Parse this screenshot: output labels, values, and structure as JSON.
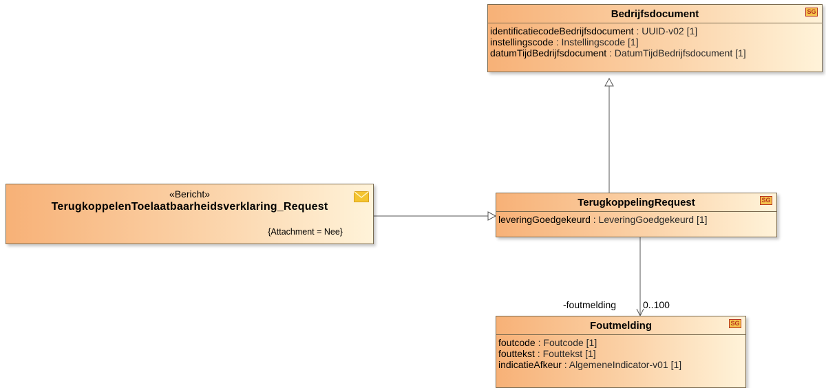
{
  "classes": {
    "bedrijfsdocument": {
      "name": "Bedrijfsdocument",
      "badge": "SG",
      "attributes": [
        {
          "name": "identificatiecodeBedrijfsdocument",
          "type": " : UUID-v02 [1]"
        },
        {
          "name": "instellingscode",
          "type": " : Instellingscode [1]"
        },
        {
          "name": "datumTijdBedrijfsdocument",
          "type": " : DatumTijdBedrijfsdocument [1]"
        }
      ]
    },
    "bericht": {
      "stereotype": "«Bericht»",
      "name": "TerugkoppelenToelaatbaarheidsverklaring_Request",
      "tagged_value": "{Attachment = Nee}",
      "icon": "envelope-icon"
    },
    "terugkoppeling": {
      "name": "TerugkoppelingRequest",
      "badge": "SG",
      "attributes": [
        {
          "name": "leveringGoedgekeurd",
          "type": " : LeveringGoedgekeurd [1]"
        }
      ]
    },
    "foutmelding": {
      "name": "Foutmelding",
      "badge": "SG",
      "attributes": [
        {
          "name": "foutcode",
          "type": " : Foutcode [1]"
        },
        {
          "name": "fouttekst",
          "type": " : Fouttekst [1]"
        },
        {
          "name": "indicatieAfkeur",
          "type": " : AlgemeneIndicator-v01 [1]"
        }
      ]
    }
  },
  "association": {
    "role": "-foutmelding",
    "multiplicity": "0..100"
  },
  "colors": {
    "line": "#555555",
    "class_border": "#7a6a4f",
    "badge_fill": "#f5c24d",
    "badge_text": "#b8341e",
    "envelope": "#f4c430"
  }
}
